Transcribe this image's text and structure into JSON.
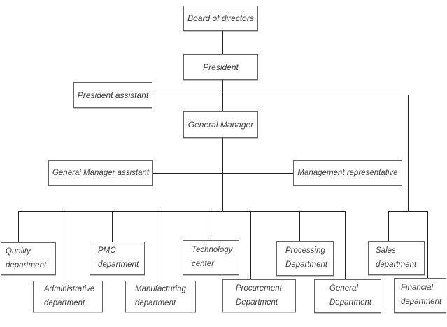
{
  "diagram": {
    "type": "org-chart",
    "nodes": {
      "board": {
        "label": "Board of directors"
      },
      "president": {
        "label": "President"
      },
      "president_assistant": {
        "label": "President assistant"
      },
      "general_manager": {
        "label": "General Manager"
      },
      "general_manager_assistant": {
        "label": "General Manager assistant"
      },
      "management_representative": {
        "label": "Management representative"
      },
      "quality": {
        "label": "Quality department"
      },
      "administrative": {
        "label": "Administrative department"
      },
      "pmc": {
        "label": "PMC department"
      },
      "manufacturing": {
        "label": "Manufacturing department"
      },
      "technology": {
        "label": "Technology center"
      },
      "procurement": {
        "label": "Procurement Department"
      },
      "processing": {
        "label": "Processing Department"
      },
      "general": {
        "label": "General Department"
      },
      "sales": {
        "label": "Sales department"
      },
      "financial": {
        "label": "Financial department"
      }
    },
    "edges": [
      {
        "from": "board",
        "to": "president"
      },
      {
        "from": "president",
        "to": "general_manager"
      },
      {
        "from": "president_assistant",
        "to": "sales"
      },
      {
        "from": "president_assistant",
        "to": "financial"
      },
      {
        "from": "general_manager",
        "to": "general_manager_assistant"
      },
      {
        "from": "general_manager",
        "to": "management_representative"
      },
      {
        "from": "general_manager",
        "to": "quality"
      },
      {
        "from": "general_manager",
        "to": "administrative"
      },
      {
        "from": "general_manager",
        "to": "pmc"
      },
      {
        "from": "general_manager",
        "to": "manufacturing"
      },
      {
        "from": "general_manager",
        "to": "technology"
      },
      {
        "from": "general_manager",
        "to": "procurement"
      },
      {
        "from": "general_manager",
        "to": "processing"
      },
      {
        "from": "general_manager",
        "to": "general"
      }
    ],
    "colors": {
      "background": "#ffffff",
      "box_border": "#666666",
      "line": "#222222",
      "text": "#3f3f3f"
    }
  }
}
